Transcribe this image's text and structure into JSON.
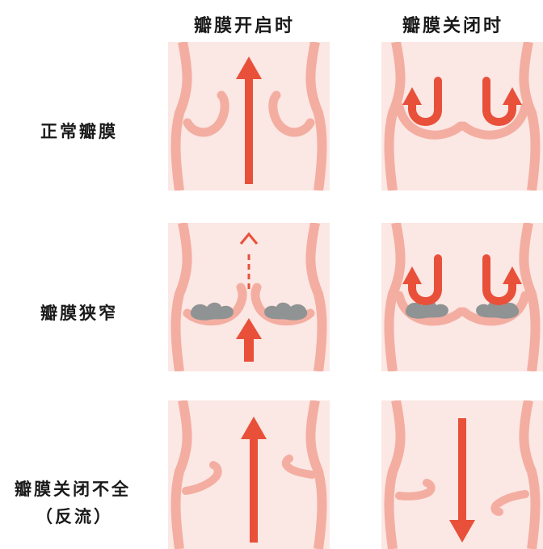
{
  "columns": {
    "open": "瓣膜开启时",
    "closed": "瓣膜关闭时"
  },
  "rows": [
    {
      "label": "正常瓣膜"
    },
    {
      "label": "瓣膜狭窄"
    },
    {
      "label": "瓣膜关闭不全",
      "sublabel": "（反流）"
    }
  ],
  "colors": {
    "panel_bg": "#fbe7e4",
    "vessel_wall": "#f3aea1",
    "arrow": "#e8503a",
    "calcification": "#8f9393"
  }
}
